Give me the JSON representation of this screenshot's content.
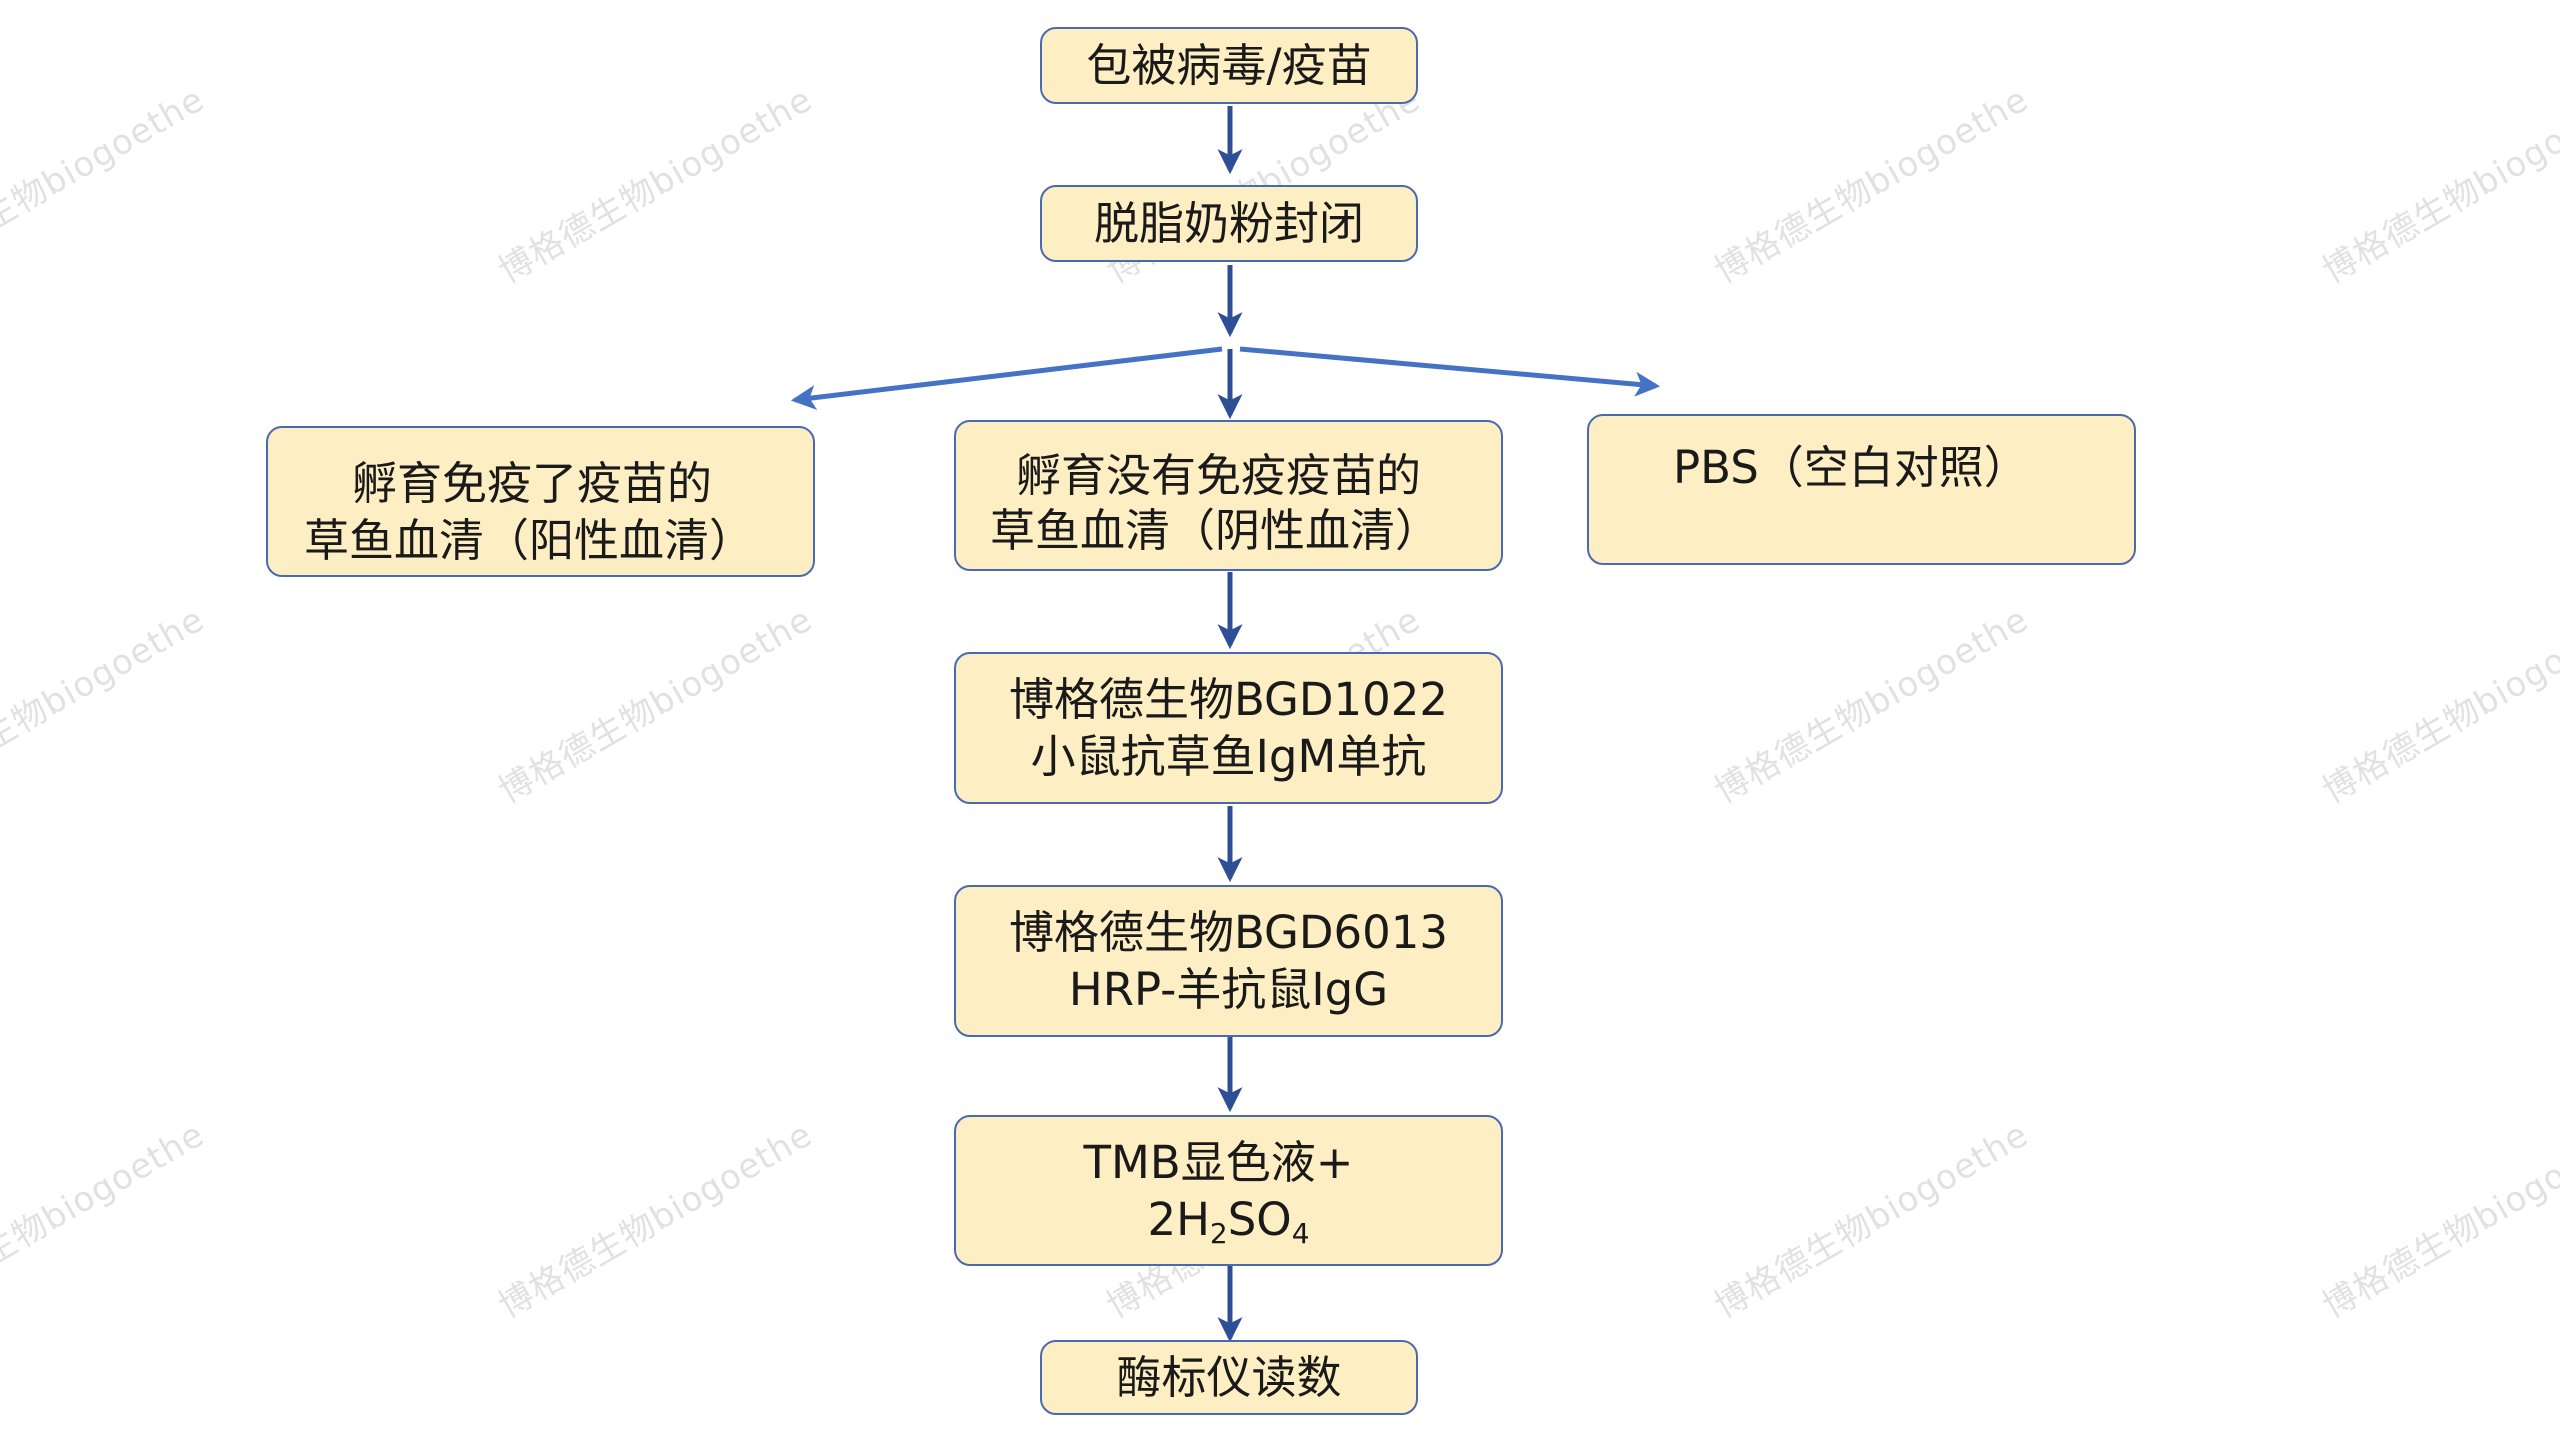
{
  "diagram": {
    "nodes": {
      "coat": {
        "text": "包被病毒/疫苗"
      },
      "block": {
        "text": "脱脂奶粉封闭"
      },
      "positive_serum": {
        "line1": "孵育免疫了疫苗的",
        "line2": "草鱼血清（阳性血清）"
      },
      "negative_serum": {
        "line1": "孵育没有免疫疫苗的",
        "line2": "草鱼血清（阴性血清）"
      },
      "pbs_control": {
        "line1": "PBS（空白对照）"
      },
      "primary_antibody": {
        "line1": "博格德生物BGD1022",
        "line2": "小鼠抗草鱼IgM单抗"
      },
      "secondary_antibody": {
        "line1": "博格德生物BGD6013",
        "line2": "HRP-羊抗鼠IgG"
      },
      "substrate": {
        "line1": "TMB显色液+",
        "line2_prefix": "2H",
        "line2_sub1": "2",
        "line2_mid": "SO",
        "line2_sub2": "4"
      },
      "readout": {
        "text": "酶标仪读数"
      }
    },
    "watermark_text": "博格德生物biogoethe",
    "colors": {
      "box_fill": "#fdeec3",
      "box_border": "#4a6ab0",
      "arrow": "#2e4f96",
      "arrow_branch": "#4472c4",
      "text": "#1a1a1a",
      "watermark": "#b8b8b8"
    }
  }
}
